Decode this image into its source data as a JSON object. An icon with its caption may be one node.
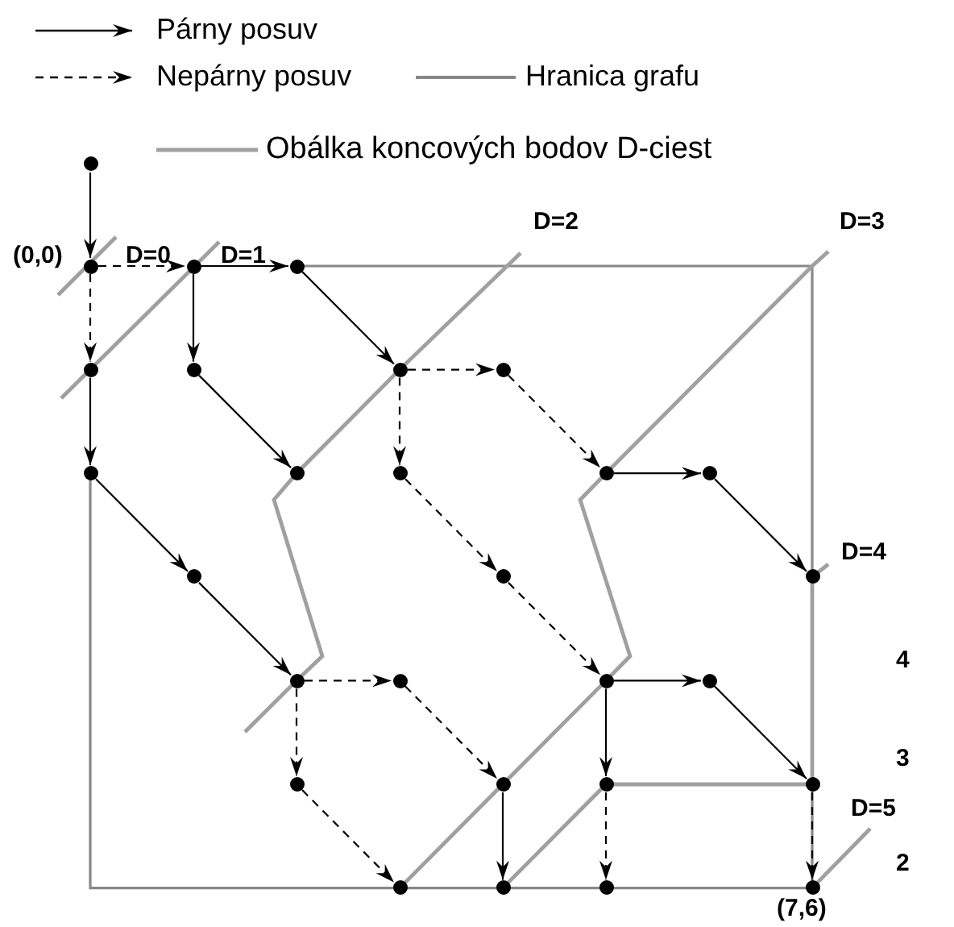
{
  "diagram": {
    "nodes": [
      {
        "text": [],
        "shape": "circle"
      },
      {
        "text": [],
        "shape": "circle"
      },
      {
        "text": [],
        "shape": "circle"
      },
      {
        "text": [],
        "shape": "circle"
      },
      {
        "text": [],
        "shape": "circle"
      },
      {
        "text": [],
        "shape": "circle"
      },
      {
        "text": [],
        "shape": "circle"
      },
      {
        "text": [],
        "shape": "circle"
      },
      {
        "text": [],
        "shape": "circle"
      },
      {
        "text": [],
        "shape": "circle"
      },
      {
        "text": [],
        "shape": "circle"
      },
      {
        "text": [],
        "shape": "circle"
      },
      {
        "text": [],
        "shape": "circle"
      },
      {
        "text": [],
        "shape": "circle"
      },
      {
        "text": [],
        "shape": "circle"
      },
      {
        "text": [],
        "shape": "circle"
      },
      {
        "text": [],
        "shape": "circle"
      },
      {
        "text": [],
        "shape": "circle"
      },
      {
        "text": [],
        "shape": "circle"
      },
      {
        "text": [],
        "shape": "circle"
      },
      {
        "text": [],
        "shape": "circle"
      },
      {
        "text": [],
        "shape": "circle"
      },
      {
        "text": [],
        "shape": "circle"
      },
      {
        "text": [],
        "shape": "circle"
      },
      {
        "text": [],
        "shape": "circle"
      },
      {
        "text": [],
        "shape": "circle"
      },
      {
        "text": [],
        "shape": "circle"
      },
      {
        "text": [],
        "shape": "circle"
      }
    ],
    "edges": [
      {
        "from": 0,
        "to": 1,
        "arrow": "to"
      },
      {
        "from": 1,
        "to": 2,
        "arrow": "to",
        "style": "dashed"
      },
      {
        "from": 1,
        "to": 4,
        "arrow": "to",
        "style": "dashed"
      },
      {
        "from": 2,
        "to": 3,
        "arrow": "to"
      },
      {
        "from": 2,
        "to": 5,
        "arrow": "to"
      },
      {
        "from": 4,
        "to": 8,
        "arrow": "to"
      },
      {
        "from": 3,
        "to": 6,
        "arrow": "to"
      },
      {
        "from": 5,
        "to": 9,
        "arrow": "to"
      },
      {
        "from": 8,
        "to": 13,
        "arrow": "to"
      },
      {
        "from": 13,
        "to": 16,
        "arrow": "to"
      },
      {
        "from": 6,
        "to": 7,
        "arrow": "to",
        "style": "dashed"
      },
      {
        "from": 6,
        "to": 10,
        "arrow": "to",
        "style": "dashed"
      },
      {
        "from": 7,
        "to": 11,
        "arrow": "to",
        "style": "dashed"
      },
      {
        "from": 10,
        "to": 14,
        "arrow": "to",
        "style": "dashed"
      },
      {
        "from": 14,
        "to": 18,
        "arrow": "to",
        "style": "dashed"
      },
      {
        "from": 11,
        "to": 12,
        "arrow": "to"
      },
      {
        "from": 12,
        "to": 15,
        "arrow": "to"
      },
      {
        "from": 16,
        "to": 17,
        "arrow": "to",
        "style": "dashed"
      },
      {
        "from": 16,
        "to": 20,
        "arrow": "to",
        "style": "dashed"
      },
      {
        "from": 17,
        "to": 21,
        "arrow": "to",
        "style": "dashed"
      },
      {
        "from": 20,
        "to": 24,
        "arrow": "to",
        "style": "dashed"
      },
      {
        "from": 18,
        "to": 19,
        "arrow": "to"
      },
      {
        "from": 18,
        "to": 22,
        "arrow": "to"
      },
      {
        "from": 19,
        "to": 23,
        "arrow": "to"
      },
      {
        "from": 21,
        "to": 25,
        "arrow": "to"
      },
      {
        "from": 22,
        "to": 26,
        "arrow": "to",
        "style": "dashed"
      },
      {
        "from": 23,
        "to": 27,
        "arrow": "to",
        "style": "dashed"
      }
    ],
    "labels": [
      "D=0",
      "D=1",
      "D=2",
      "D=3",
      "(0,0)",
      "D=4",
      "4",
      "3",
      "D=5",
      "2",
      "(7,6)"
    ],
    "legend": [
      {
        "text": "Párny posuv"
      },
      {
        "text": "Nepárny posuv"
      },
      {
        "text": "Hranica grafu"
      },
      {
        "text": "Obálka koncových bodov D-ciest"
      }
    ]
  }
}
